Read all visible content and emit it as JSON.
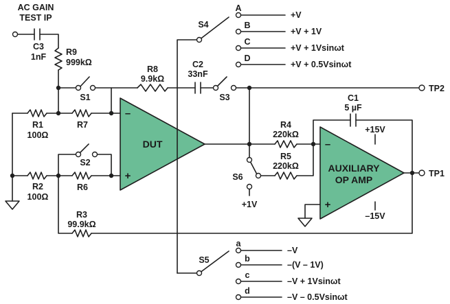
{
  "labels": {
    "ac_gain_1": "AC GAIN",
    "ac_gain_2": "TEST IP",
    "c3_name": "C3",
    "c3_value": "1nF",
    "r9_name": "R9",
    "r9_value": "999kΩ",
    "r8_name": "R8",
    "r8_value": "9.9kΩ",
    "c2_name": "C2",
    "c2_value": "33nF",
    "s1": "S1",
    "s2": "S2",
    "s3": "S3",
    "s4": "S4",
    "s5": "S5",
    "s6": "S6",
    "r1_name": "R1",
    "r1_value": "100Ω",
    "r2_name": "R2",
    "r2_value": "100Ω",
    "r7": "R7",
    "r6": "R6",
    "r3_name": "R3",
    "r3_value": "99.9kΩ",
    "r4_name": "R4",
    "r4_value": "220kΩ",
    "r5_name": "R5",
    "r5_value": "220kΩ",
    "c1_name": "C1",
    "c1_value": "5 µF",
    "plus_15v": "+15V",
    "minus_15v": "–15V",
    "plus_1v": "+1V",
    "tp1": "TP1",
    "tp2": "TP2",
    "dut": "DUT",
    "aux_1": "AUXILIARY",
    "aux_2": "OP AMP",
    "minus": "–",
    "plus": "+"
  },
  "s4_positions": [
    {
      "letter": "A",
      "source": "+V"
    },
    {
      "letter": "B",
      "source": "+V + 1V"
    },
    {
      "letter": "C",
      "source": "+V + 1Vsinωt"
    },
    {
      "letter": "D",
      "source": "+V + 0.5Vsinωt"
    }
  ],
  "s5_positions": [
    {
      "letter": "a",
      "source": "–V"
    },
    {
      "letter": "b",
      "source": "–(V – 1V)"
    },
    {
      "letter": "c",
      "source": "–V + 1Vsinωt"
    },
    {
      "letter": "d",
      "source": "–V – 0.5Vsinωt"
    }
  ],
  "colors": {
    "amplifier_fill": "#6bbd96",
    "wire": "#1f1f1f"
  }
}
